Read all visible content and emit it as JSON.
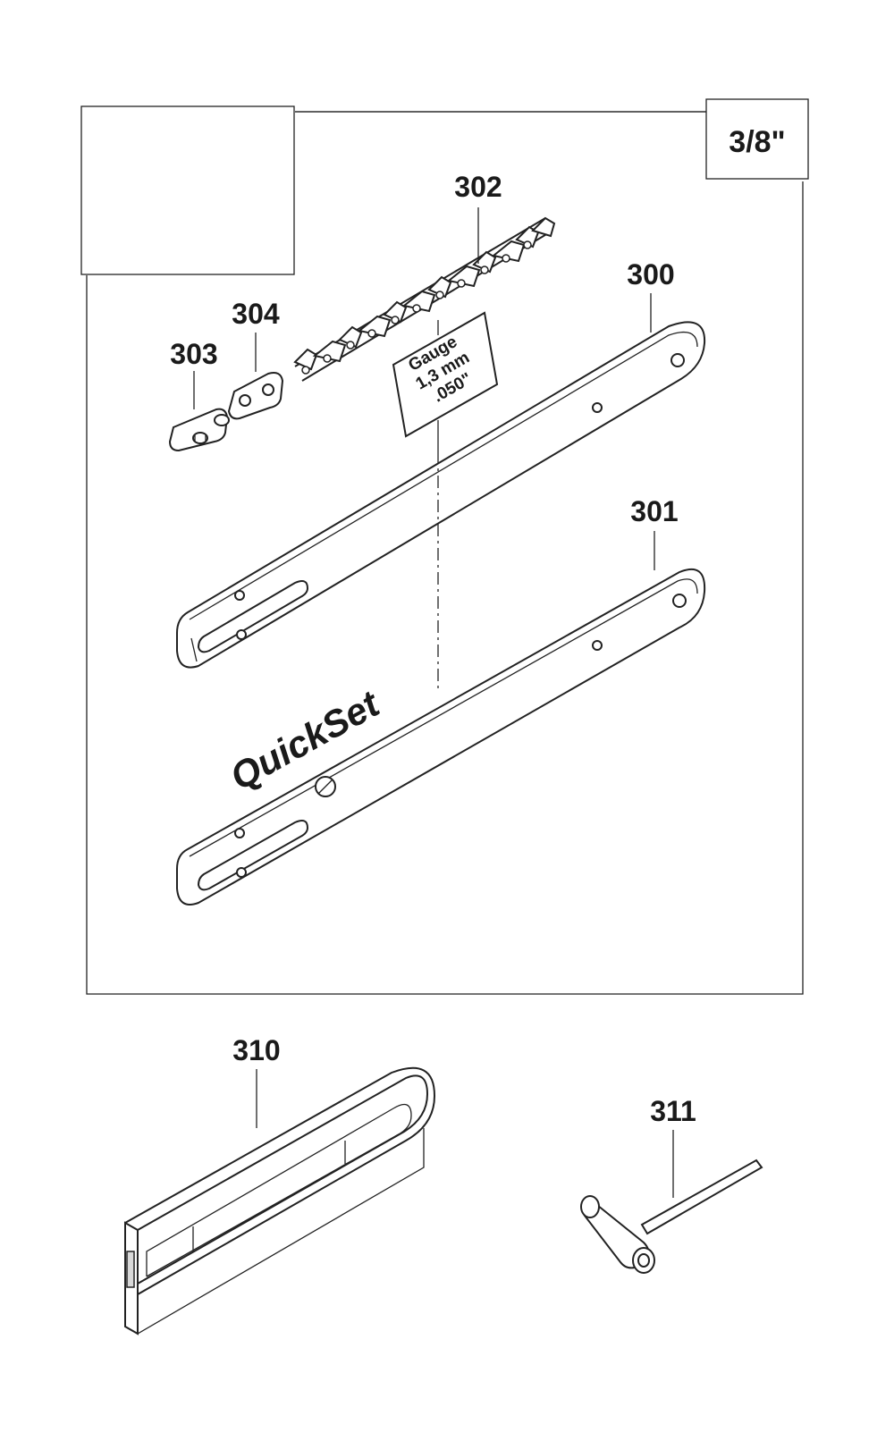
{
  "size_label": "3/8\"",
  "parts": {
    "p300": "300",
    "p301": "301",
    "p302": "302",
    "p303": "303",
    "p304": "304",
    "p310": "310",
    "p311": "311"
  },
  "gauge": {
    "line1": "Gauge",
    "line2": "1,3 mm",
    "line3": ".050\""
  },
  "brand": "QuickSet"
}
